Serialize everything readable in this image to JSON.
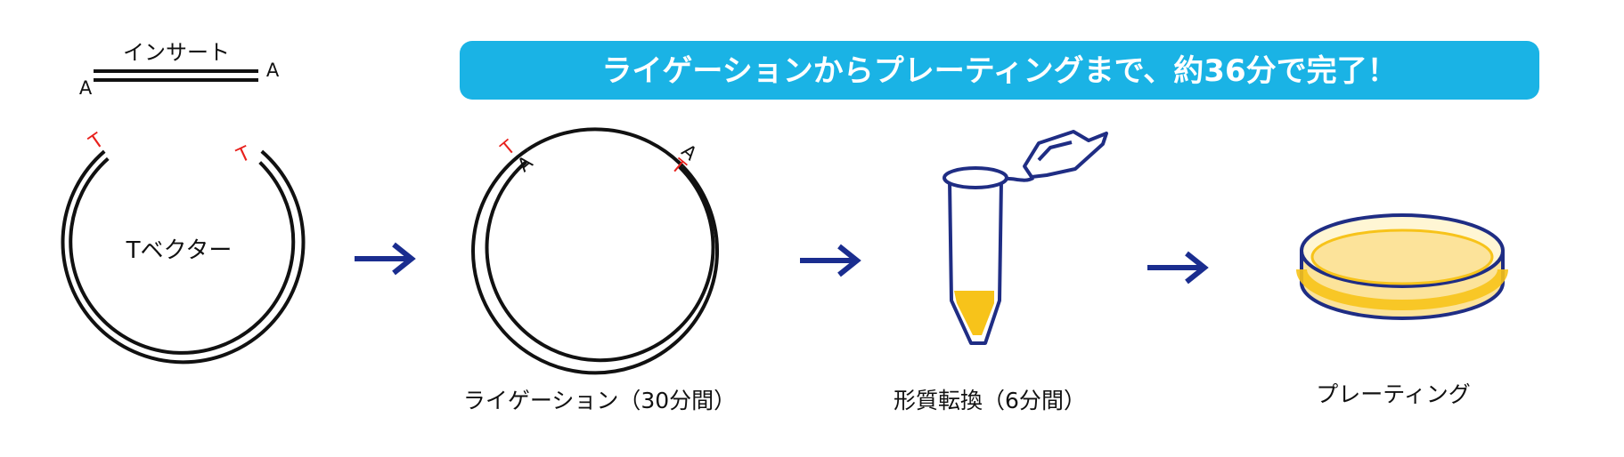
{
  "banner": {
    "text": "ライゲーションからプレーティングまで、約36分で完了！"
  },
  "insert": {
    "label": "インサート",
    "end_left": "A",
    "end_right": "A"
  },
  "vector": {
    "label": "Tベクター",
    "end_left": "T",
    "end_right": "T"
  },
  "ligation": {
    "left_outer": "T",
    "left_inner": "A",
    "right_outer": "A",
    "right_inner": "T",
    "caption": "ライゲーション（30分間）"
  },
  "transformation": {
    "caption": "形質転換（6分間）"
  },
  "plating": {
    "caption": "プレーティング"
  },
  "colors": {
    "banner": "#1ab3e5",
    "arrow": "#1a2d8f",
    "tube_outline": "#1f2d84",
    "tube_liquid": "#f7c31a",
    "dish_fill": "#fce39a",
    "dish_outline": "#1f2d84",
    "end_label_red": "#e8201c"
  }
}
